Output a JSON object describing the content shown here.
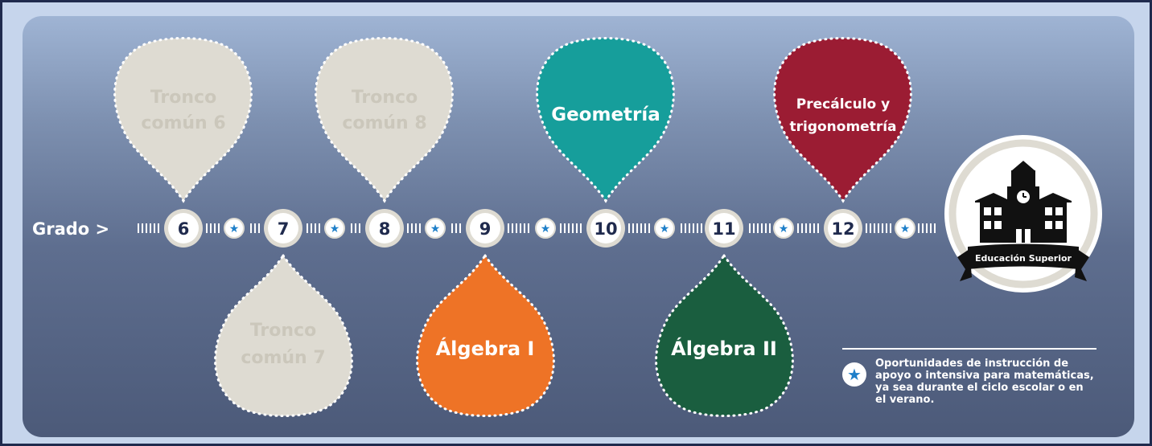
{
  "grade_label": "Grado >",
  "grades": [
    "6",
    "7",
    "8",
    "9",
    "10",
    "11",
    "12"
  ],
  "courses": {
    "tronco6": [
      "Tronco",
      "común 6"
    ],
    "tronco7": [
      "Tronco",
      "común 7"
    ],
    "tronco8": [
      "Tronco",
      "común 8"
    ],
    "geometria": [
      "Geometría"
    ],
    "precalculo": [
      "Precálculo y",
      "trigonometría"
    ],
    "algebra1": [
      "Álgebra I"
    ],
    "algebra2": [
      "Álgebra II"
    ]
  },
  "college_label": "Educación Superior",
  "legend_text": "Oportunidades de instrucción de apoyo o intensiva para matemáticas, ya sea durante el ciclo escolar o en el verano.",
  "colors": {
    "tronco": "#dedbd2",
    "tronco_text": "#cbc7bb",
    "geometria": "#169e9b",
    "precalculo": "#9b1c33",
    "algebra1": "#ee7326",
    "algebra2": "#1a5e3f",
    "star": "#1e7fc9"
  }
}
